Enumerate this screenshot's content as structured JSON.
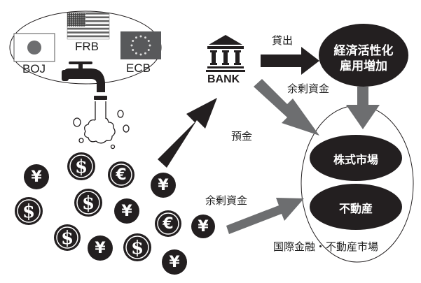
{
  "central_banks": {
    "boj": "BOJ",
    "frb": "FRB",
    "ecb": "ECB"
  },
  "bank": {
    "label": "BANK"
  },
  "flows": {
    "lending": "貸出",
    "deposit": "預金",
    "surplus_from_bank": "余剰資金",
    "surplus_direct": "余剰資金"
  },
  "economy": {
    "line1": "経済活性化",
    "line2": "雇用増加"
  },
  "markets": {
    "stock": "株式市場",
    "real_estate": "不動産",
    "group_label": "国際金融・不動産市場"
  },
  "coins": [
    {
      "symbol": "¥",
      "type": "plain"
    },
    {
      "symbol": "$",
      "type": "ringed"
    },
    {
      "symbol": "€",
      "type": "ringed"
    },
    {
      "symbol": "¥",
      "type": "plain"
    },
    {
      "symbol": "$",
      "type": "ringed"
    },
    {
      "symbol": "$",
      "type": "ringed"
    },
    {
      "symbol": "¥",
      "type": "plain"
    },
    {
      "symbol": "€",
      "type": "ringed"
    },
    {
      "symbol": "¥",
      "type": "plain"
    },
    {
      "symbol": "$",
      "type": "ringed"
    },
    {
      "symbol": "¥",
      "type": "plain"
    },
    {
      "symbol": "$",
      "type": "ringed"
    },
    {
      "symbol": "¥",
      "type": "plain"
    }
  ],
  "colors": {
    "black": "#231f20",
    "gray_arrow": "#6d6e70",
    "eu_flag": "#58595b",
    "japan_sun": "#6d6e70"
  }
}
